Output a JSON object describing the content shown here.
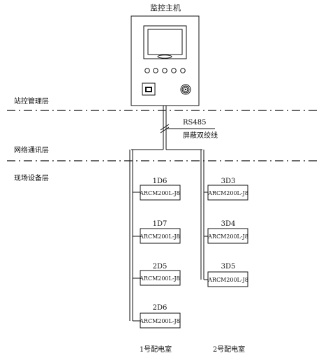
{
  "host": {
    "title": "监控主机"
  },
  "layers": {
    "station": "站控管理层",
    "network": "网络通讯层",
    "field": "现场设备层"
  },
  "bus": {
    "protocol": "RS485",
    "cable": "屏蔽双绞线"
  },
  "rooms": [
    {
      "label": "1号配电室",
      "devices": [
        {
          "id": "1D6",
          "model": "ARCM200L-J8"
        },
        {
          "id": "1D7",
          "model": "ARCM200L-J8"
        },
        {
          "id": "2D5",
          "model": "ARCM200L-J8"
        },
        {
          "id": "2D6",
          "model": "ARCM200L-J8"
        }
      ]
    },
    {
      "label": "2号配电室",
      "devices": [
        {
          "id": "3D3",
          "model": "ARCM200L-J8"
        },
        {
          "id": "3D4",
          "model": "ARCM200L-J8"
        },
        {
          "id": "3D5",
          "model": "ARCM200L-J8"
        }
      ]
    }
  ]
}
